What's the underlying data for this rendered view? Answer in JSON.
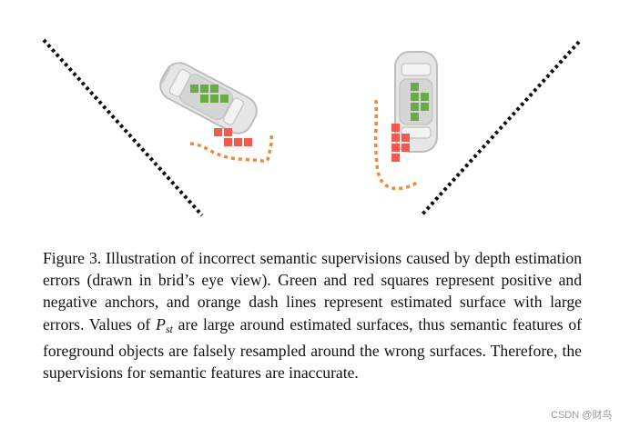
{
  "figure": {
    "colors": {
      "positive_anchor": "#6aab47",
      "negative_anchor": "#f25b4b",
      "surface_dash": "#f08a3b",
      "frustum_line": "#111111",
      "car_body": "#e6e6e6",
      "car_outline": "#bdbdbd"
    },
    "legend_meaning": {
      "positive_anchor": "green squares",
      "negative_anchor": "red squares",
      "estimated_surface": "orange dash lines"
    }
  },
  "caption": {
    "text_before_math": "Figure 3. Illustration of incorrect semantic supervisions caused by depth estimation errors (drawn in brid’s eye view). Green and red squares represent positive and negative anchors, and orange dash lines represent estimated surface with large errors. Values of ",
    "math_symbol": "P",
    "math_subscript": "st",
    "text_after_math": " are large around estimated surfaces, thus semantic features of foreground objects are falsely resampled around the wrong surfaces. Therefore, the supervisions for semantic features are inaccurate."
  },
  "watermark": "CSDN @财鸟"
}
